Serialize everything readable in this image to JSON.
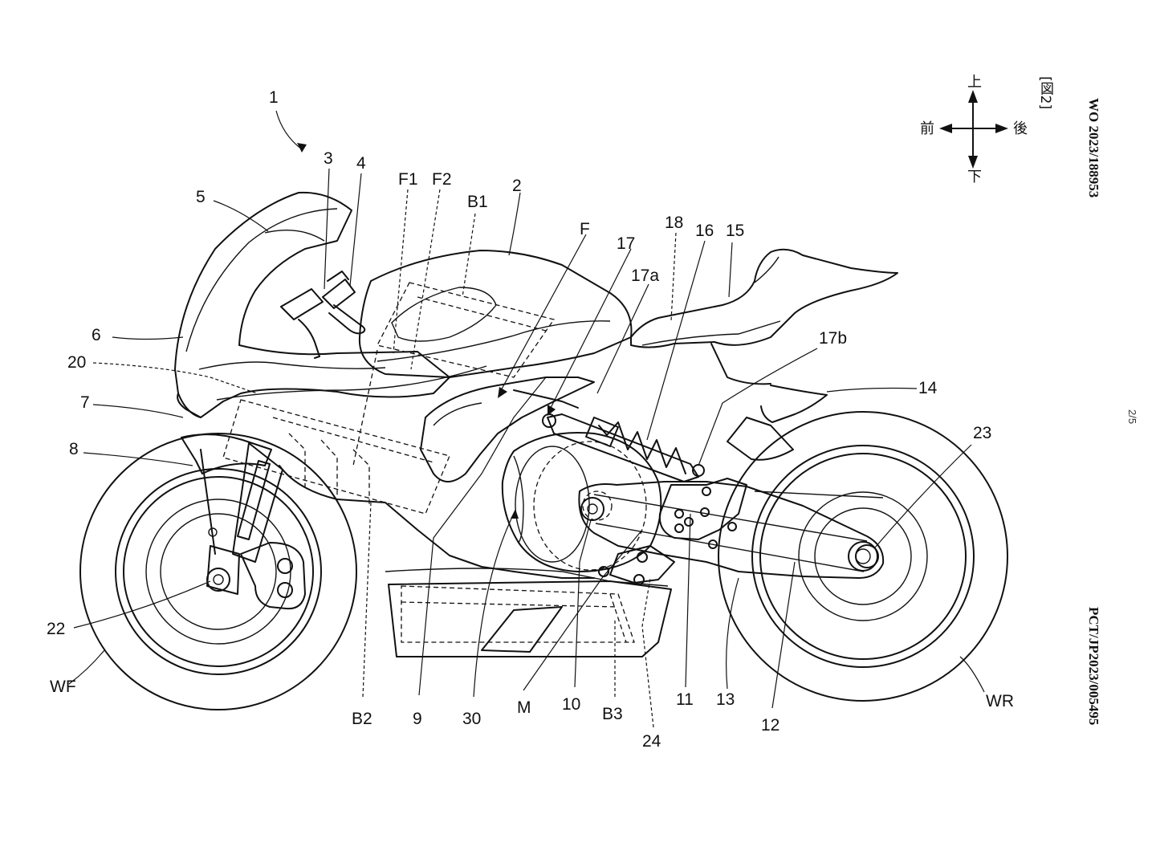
{
  "header": {
    "publication_number": "WO 2023/188953",
    "application_number": "PCT/JP2023/005495",
    "page": "2/5",
    "figure_label": "[図2]"
  },
  "orientation": {
    "up": "上",
    "down": "下",
    "front": "前",
    "rear": "後"
  },
  "labels": {
    "n1": "1",
    "n2": "2",
    "n3": "3",
    "n4": "4",
    "n5": "5",
    "n6": "6",
    "n7": "7",
    "n8": "8",
    "n9": "9",
    "n10": "10",
    "n11": "11",
    "n12": "12",
    "n13": "13",
    "n14": "14",
    "n15": "15",
    "n16": "16",
    "n17": "17",
    "n17a": "17a",
    "n17b": "17b",
    "n18": "18",
    "n20": "20",
    "n22": "22",
    "n23": "23",
    "n24": "24",
    "n30": "30",
    "F": "F",
    "F1": "F1",
    "F2": "F2",
    "B1": "B1",
    "B2": "B2",
    "B3": "B3",
    "M": "M",
    "WF": "WF",
    "WR": "WR"
  }
}
